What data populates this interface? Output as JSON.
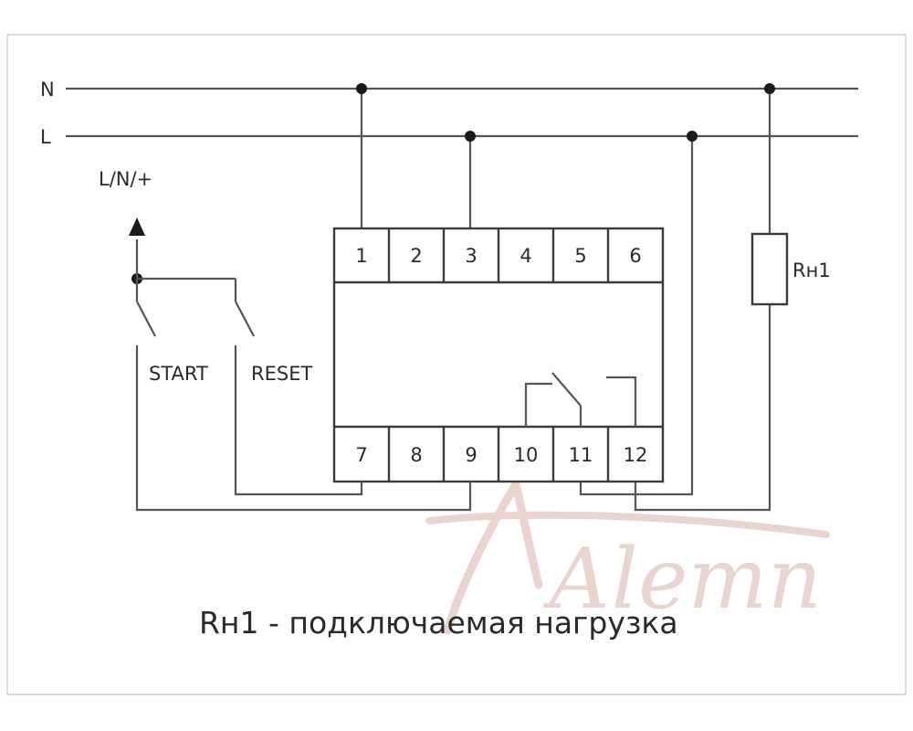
{
  "rails": {
    "n": "N",
    "l": "L"
  },
  "supply_label": "L/N/+",
  "switches": {
    "start": "START",
    "reset": "RESET"
  },
  "terminals_top": [
    "1",
    "2",
    "3",
    "4",
    "5",
    "6"
  ],
  "terminals_bottom": [
    "7",
    "8",
    "9",
    "10",
    "11",
    "12"
  ],
  "load_label": "Rн1",
  "caption": "Rн1 - подключаемая нагрузка",
  "watermark": "Аlemп",
  "colors": {
    "wire": "#555555",
    "frame": "#cfcfcf",
    "watermark": "#d9b1a8"
  }
}
